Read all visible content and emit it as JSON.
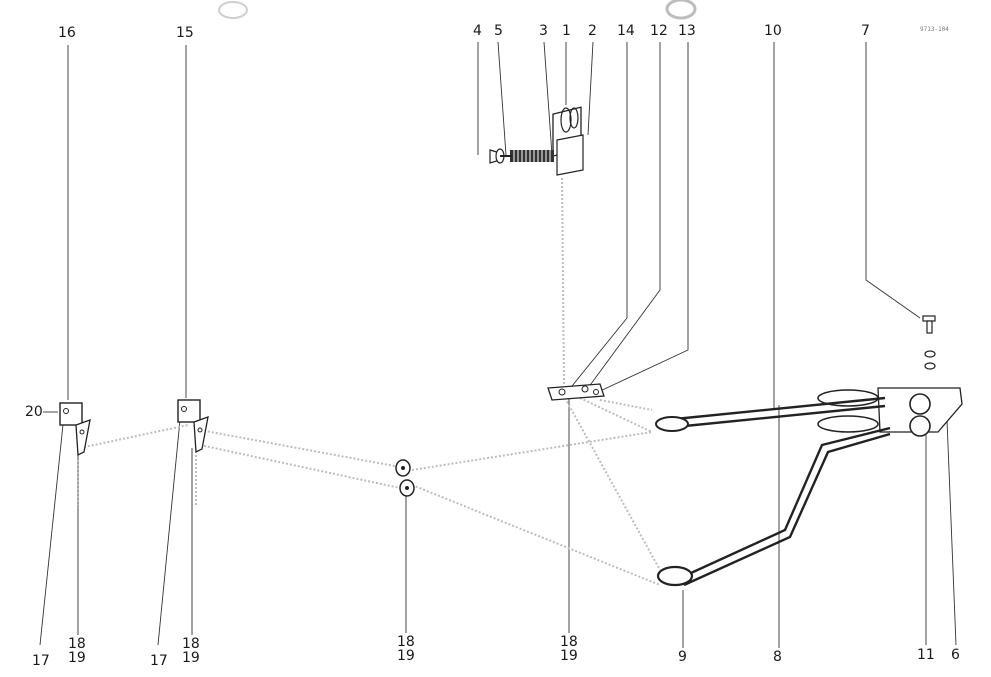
{
  "drawing_code": "9713-104",
  "callouts": {
    "c1": "1",
    "c2": "2",
    "c3": "3",
    "c4": "4",
    "c5": "5",
    "c6": "6",
    "c7": "7",
    "c8": "8",
    "c9": "9",
    "c10": "10",
    "c11": "11",
    "c12": "12",
    "c13": "13",
    "c14": "14",
    "c15": "15",
    "c16": "16",
    "c20": "20",
    "c17a": "17",
    "c17b": "17",
    "c1819a": "18\n19",
    "c1819b": "18\n19",
    "c1819c": "18\n19",
    "c1819d": "18\n19"
  },
  "colors": {
    "ink": "#1a1a1a",
    "cable_dotted": "#b9b9b9",
    "rod": "#2b2b2b"
  }
}
